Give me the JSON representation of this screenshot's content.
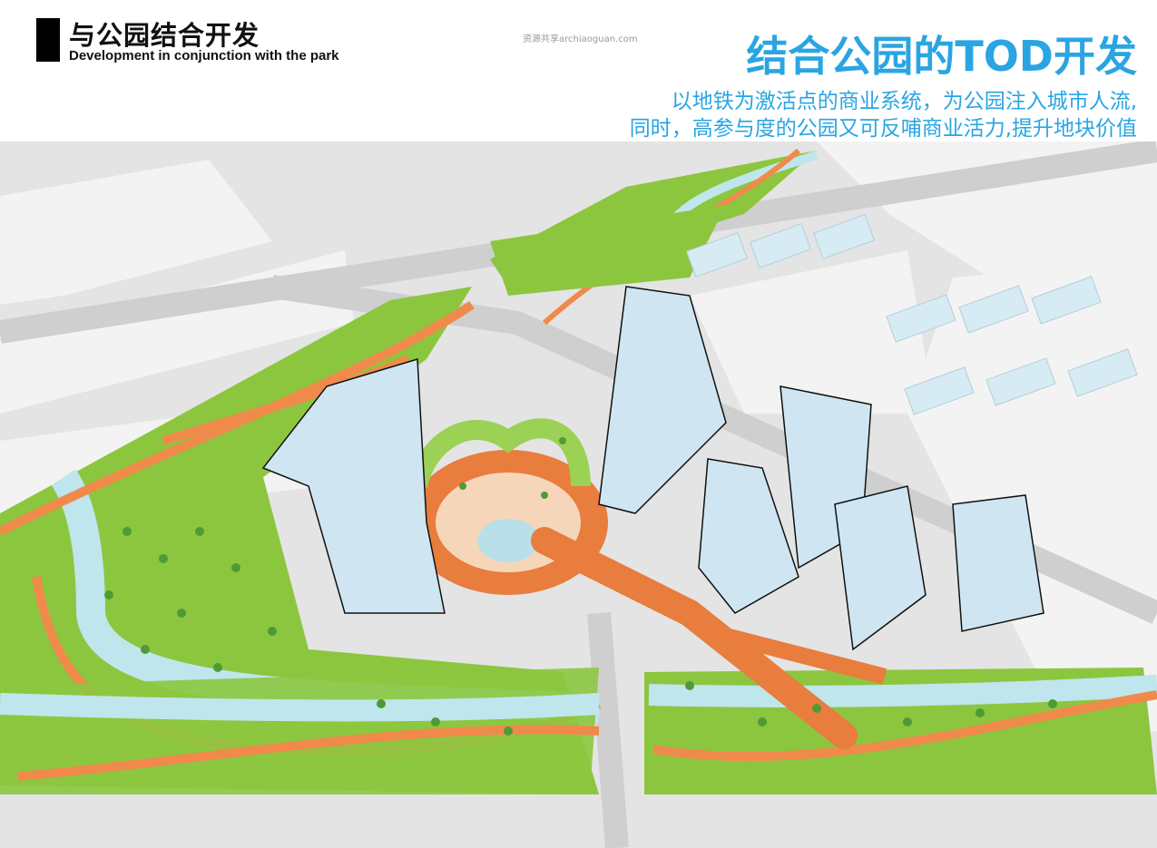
{
  "header": {
    "title_cn": "与公园结合开发",
    "title_en": "Development in conjunction with the park"
  },
  "watermark": "资源共享archiaoguan.com",
  "headline": {
    "title": "结合公园的TOD开发",
    "line1": "以地铁为激活点的商业系统，为公园注入城市人流,",
    "line2": "同时，高参与度的公园又可反哺商业活力,提升地块价值"
  },
  "colors": {
    "accent": "#2aa5e2",
    "park_green": "#8cc63f",
    "path_orange": "#f08a4b",
    "river_blue": "#bfe6ec",
    "road_gray": "#d9d9d9",
    "glass_tower": "#cfe6f2"
  }
}
